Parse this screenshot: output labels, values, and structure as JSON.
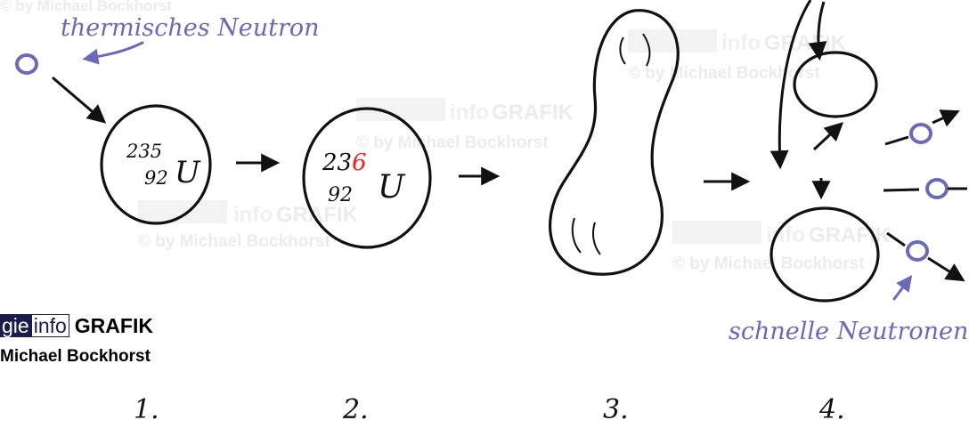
{
  "labels": {
    "thermal_neutron": "thermisches Neutron",
    "fast_neutrons": "schnelle Neutronen"
  },
  "nuclei": {
    "u235": {
      "mass": "235",
      "charge": "92",
      "symbol": "U"
    },
    "u236": {
      "mass_prefix": "23",
      "mass_suffix": "6",
      "charge": "92",
      "symbol": "U"
    }
  },
  "steps": [
    "1.",
    "2.",
    "3.",
    "4."
  ],
  "watermark": {
    "top_left": "© by Michael Bockhorst",
    "brand_word": "GRAFIK",
    "brand_faded": "info",
    "copyright": "© by Michael Bockhorst"
  },
  "logo": {
    "gie": "gie",
    "info": "info",
    "grafik": "GRAFIK",
    "author": "Michael Bockhorst"
  },
  "colors": {
    "ink": "#111111",
    "neutron": "#6a6ab8",
    "highlight": "#ff1a1a",
    "watermark": "#ececec"
  }
}
